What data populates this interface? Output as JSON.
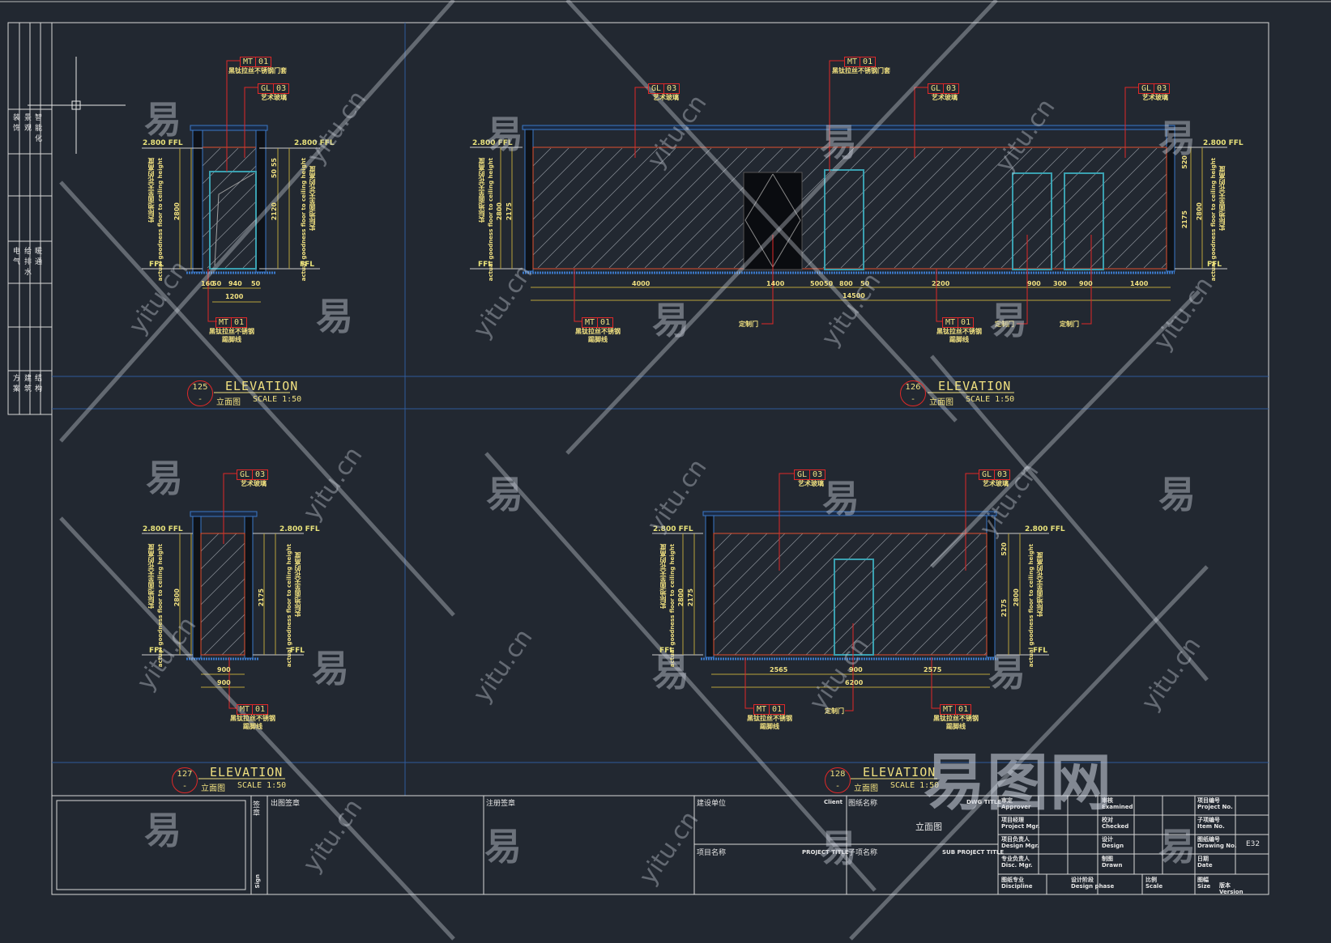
{
  "colors": {
    "background": "#222831",
    "frame": "#d8d8d8",
    "blue_line": "#3a78c8",
    "red_leader": "#e02828",
    "dimension": "#b8a23a",
    "text_yellow": "#f0e080"
  },
  "side_strip": {
    "groups": [
      "装饰",
      "景观",
      "智能化",
      "电气",
      "给排水",
      "暖通",
      "方案",
      "建筑",
      "结构"
    ]
  },
  "common": {
    "level_top": "2.800 FFL",
    "level_floor": "FFL",
    "height_note_cn": "实际地面至天花的高度",
    "height_note_en": "actual goodness floor to ceiling height",
    "mt01_code": "MT",
    "mt01_num": "01",
    "gl03_code": "GL",
    "gl03_num": "03",
    "mt01_frame": "黑钛拉丝不锈钢门套",
    "gl03_desc": "艺术玻璃",
    "mt01_skirting": "黑钛拉丝不锈钢踢脚线",
    "custom_door": "定制门"
  },
  "elevations": [
    {
      "number": "125",
      "sheet": "-",
      "title": "ELEVATION",
      "subtitle_cn": "立面图",
      "scale": "SCALE 1:50",
      "dims": {
        "h_total": "2800",
        "h_inner": "2800",
        "h_door": "2120",
        "h_head": "50 55",
        "bottom": [
          "160",
          "50",
          "940",
          "50"
        ],
        "overall": "1200"
      }
    },
    {
      "number": "126",
      "sheet": "-",
      "title": "ELEVATION",
      "subtitle_cn": "立面图",
      "scale": "SCALE 1:50",
      "dims": {
        "h_total": "2800",
        "h_inner": "2175",
        "h_right": "2175",
        "h_top": "520",
        "bottom": [
          "4000",
          "1400",
          "500",
          "50",
          "800",
          "50",
          "2200",
          "900",
          "300",
          "900",
          "1400"
        ],
        "overall": "14500"
      }
    },
    {
      "number": "127",
      "sheet": "-",
      "title": "ELEVATION",
      "subtitle_cn": "立面图",
      "scale": "SCALE 1:50",
      "dims": {
        "h_total": "2800",
        "h_inner": "2175",
        "bottom": [
          "900"
        ],
        "overall": "900"
      }
    },
    {
      "number": "128",
      "sheet": "-",
      "title": "ELEVATION",
      "subtitle_cn": "立面图",
      "scale": "SCALE 1:50",
      "dims": {
        "h_total": "2800",
        "h_inner": "2175",
        "h_top": "520",
        "bottom": [
          "2565",
          "900",
          "2575"
        ],
        "overall": "6200"
      }
    }
  ],
  "title_block": {
    "sign": "签章",
    "sign_en": "Sign",
    "issue_stamp": "出图签章",
    "reg_stamp": "注册签章",
    "client_cn": "建设单位",
    "client_en": "Client",
    "dwg_title_cn": "图纸名称",
    "dwg_title_en": "DWG TITLE",
    "dwg_title_value": "立面图",
    "project_cn": "项目名称",
    "project_en": "PROJECT TITLE",
    "sub_project_cn": "子项名称",
    "sub_project_en": "SUB PROJECT TITLE",
    "grid": [
      [
        "审定",
        "Approver",
        "审核",
        "Examined",
        "项目编号",
        "Project No."
      ],
      [
        "项目经理",
        "Project Mgr.",
        "校对",
        "Checked",
        "子项编号",
        "Item No."
      ],
      [
        "项目负责人",
        "Design Mgr.",
        "设计",
        "Design",
        "图纸编号",
        "Drawing No."
      ],
      [
        "专业负责人",
        "Disc. Mgr.",
        "制图",
        "Drawn",
        "日期",
        "Date"
      ]
    ],
    "drawing_no": "E32",
    "bottom_row": [
      "图纸专业",
      "Discipline",
      "设计阶段",
      "Design phase",
      "比例",
      "Scale",
      "图幅",
      "Size",
      "版本",
      "Version"
    ]
  },
  "watermark": {
    "char": "易",
    "site": "yitu.cn",
    "brand": "易图网"
  }
}
